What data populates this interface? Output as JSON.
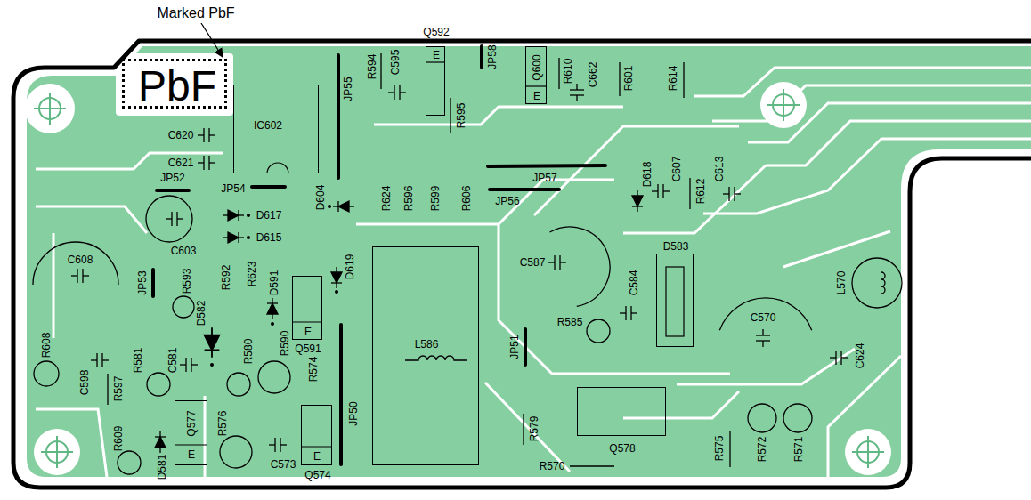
{
  "diagram": {
    "nodes": [
      {
        "text": [
          "PbF"
        ]
      },
      {
        "text": [
          "IC602"
        ]
      },
      {
        "text": [
          "Q592",
          "E"
        ]
      },
      {
        "text": [
          "Q600",
          "E"
        ]
      },
      {
        "text": [
          "E",
          "Q591"
        ]
      },
      {
        "text": [
          "L586"
        ]
      },
      {
        "text": [
          "D583"
        ]
      },
      {
        "text": [
          "Q578"
        ]
      },
      {
        "text": [
          "Q577",
          "E"
        ]
      },
      {
        "text": [
          "E",
          "Q574"
        ]
      }
    ],
    "labels": [
      "Marked PbF",
      "R594",
      "C595",
      "JP58",
      "R610",
      "C662",
      "R601",
      "R614",
      "C620",
      "C621",
      "JP55",
      "R595",
      "JP57",
      "JP56",
      "D618",
      "C607",
      "R612",
      "C613",
      "JP52",
      "JP54",
      "D604",
      "R624",
      "R596",
      "R599",
      "R606",
      "D617",
      "D615",
      "C603",
      "C608",
      "JP53",
      "R593",
      "R592",
      "R623",
      "D591",
      "D619",
      "C587",
      "C584",
      "L570",
      "R608",
      "D582",
      "R581",
      "C581",
      "R580",
      "R590",
      "R574",
      "JP50",
      "R585",
      "JP51",
      "C570",
      "C624",
      "C598",
      "R597",
      "R609",
      "D581",
      "R576",
      "C573",
      "R579",
      "R570",
      "R575",
      "R572",
      "R571"
    ]
  }
}
